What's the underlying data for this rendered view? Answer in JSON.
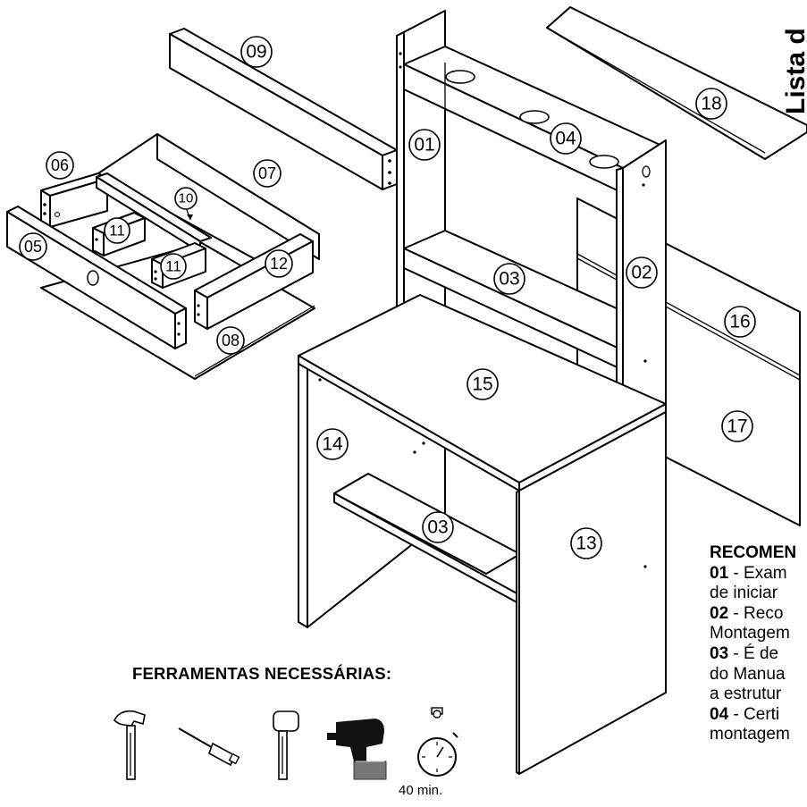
{
  "parts_list_title": "Lista d",
  "part_labels": {
    "p01": "01",
    "p02": "02",
    "p03_top": "03",
    "p03_bottom": "03",
    "p04": "04",
    "p05": "05",
    "p06": "06",
    "p07": "07",
    "p08": "08",
    "p09": "09",
    "p10": "10",
    "p11_a": "11",
    "p11_b": "11",
    "p12": "12",
    "p13": "13",
    "p14": "14",
    "p15": "15",
    "p16": "16",
    "p17": "17",
    "p18": "18"
  },
  "tools": {
    "title": "FERRAMENTAS NECESSÁRIAS:",
    "icons": [
      "hammer-icon",
      "screwdriver-icon",
      "mallet-icon",
      "drill-icon",
      "stopwatch-icon"
    ],
    "time": "40 min."
  },
  "recommendations": {
    "title": "RECOMEN",
    "lines": [
      {
        "num": "",
        "text": "RECOMEN",
        "bold": true
      },
      {
        "num": "01",
        "text": " - Exam"
      },
      {
        "num": "",
        "text": "de iniciar"
      },
      {
        "num": "02",
        "text": " - Reco"
      },
      {
        "num": "",
        "text": "Montagem"
      },
      {
        "num": "03",
        "text": " - É de"
      },
      {
        "num": "",
        "text": "do Manua"
      },
      {
        "num": "",
        "text": "a estrutur"
      },
      {
        "num": "04",
        "text": " - Certi"
      },
      {
        "num": "",
        "text": "montagem"
      }
    ]
  }
}
